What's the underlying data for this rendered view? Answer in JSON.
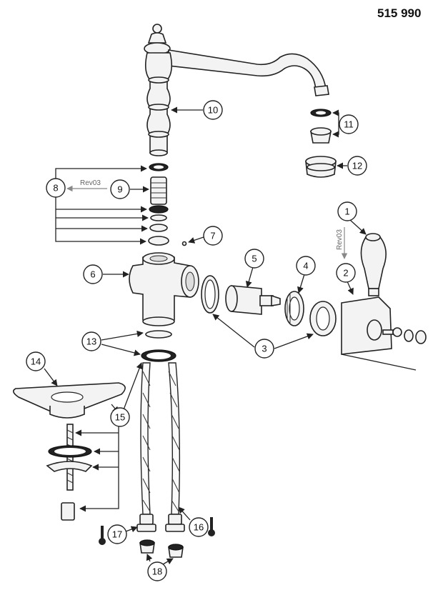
{
  "header": {
    "part_number": "515 990"
  },
  "callouts": [
    {
      "id": "1",
      "label": "1"
    },
    {
      "id": "2",
      "label": "2"
    },
    {
      "id": "3",
      "label": "3"
    },
    {
      "id": "4",
      "label": "4"
    },
    {
      "id": "5",
      "label": "5"
    },
    {
      "id": "6",
      "label": "6"
    },
    {
      "id": "7",
      "label": "7"
    },
    {
      "id": "8",
      "label": "8"
    },
    {
      "id": "9",
      "label": "9"
    },
    {
      "id": "10",
      "label": "10"
    },
    {
      "id": "11",
      "label": "11"
    },
    {
      "id": "12",
      "label": "12"
    },
    {
      "id": "13",
      "label": "13"
    },
    {
      "id": "14",
      "label": "14"
    },
    {
      "id": "15",
      "label": "15"
    },
    {
      "id": "16",
      "label": "16"
    },
    {
      "id": "17",
      "label": "17"
    },
    {
      "id": "18",
      "label": "18"
    }
  ],
  "revisions": {
    "rev_a": "Rev03",
    "rev_b": "Rev03"
  },
  "colors": {
    "line": "#222222",
    "revision": "#888888",
    "background": "#ffffff"
  }
}
